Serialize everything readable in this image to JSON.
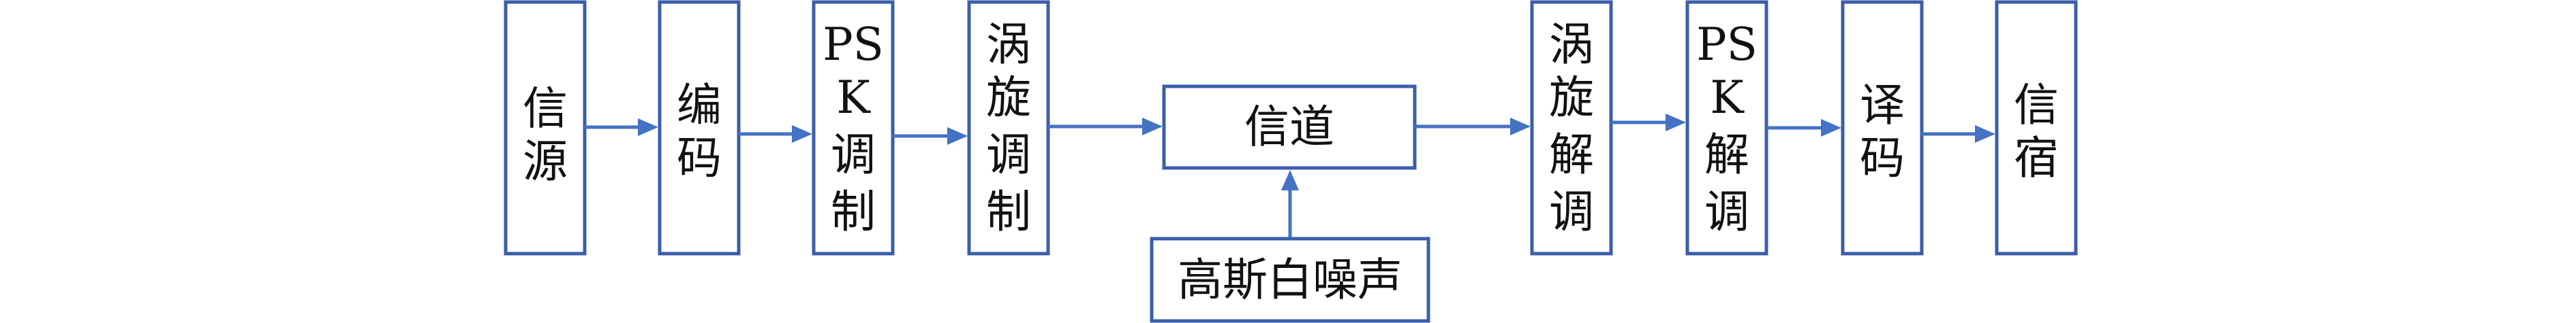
{
  "nodes": {
    "source": [
      "信",
      "源"
    ],
    "encoder": [
      "编",
      "码"
    ],
    "psk_mod": [
      "PS",
      "K",
      "调",
      "制"
    ],
    "vortex_mod": [
      "涡",
      "旋",
      "调",
      "制"
    ],
    "channel": "信道",
    "noise": "高斯白噪声",
    "vortex_demod": [
      "涡",
      "旋",
      "解",
      "调"
    ],
    "psk_demod": [
      "PS",
      "K",
      "解",
      "调"
    ],
    "decoder": [
      "译",
      "码"
    ],
    "sink": [
      "信",
      "宿"
    ]
  },
  "colors": {
    "box_stroke": "#3b5ea9",
    "arrow": "#4472c4",
    "text": "#111111"
  }
}
